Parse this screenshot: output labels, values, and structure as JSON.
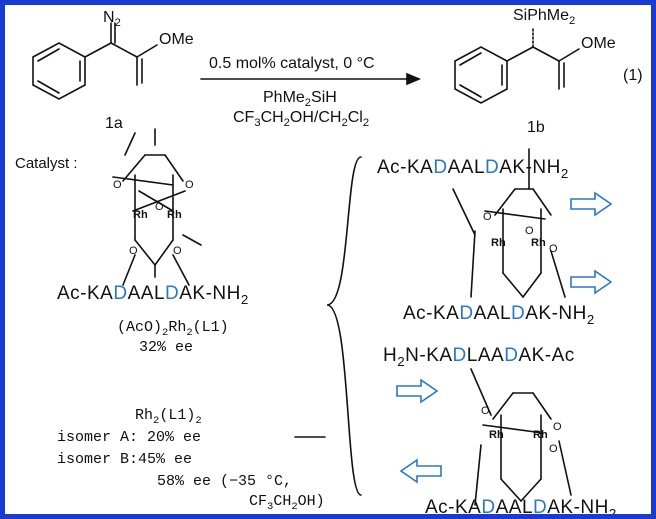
{
  "reaction": {
    "reactant_n2": "N",
    "reactant_n2_sub": "2",
    "reactant_ome": "OMe",
    "reactant_label": "1a",
    "condition_top": "0.5 mol% catalyst, 0 °C",
    "reagent": "PhMe",
    "reagent_sub": "2",
    "reagent_tail": "SiH",
    "solvent_a": "CF",
    "solvent_a_sub": "3",
    "solvent_b": "CH",
    "solvent_b_sub": "2",
    "solvent_c": "OH/CH",
    "solvent_c_sub": "2",
    "solvent_d": "Cl",
    "solvent_d_sub": "2",
    "product_si": "SiPhMe",
    "product_si_sub": "2",
    "product_ome": "OMe",
    "product_label": "1b",
    "equation_number": "(1)"
  },
  "catalyst": {
    "heading": "Catalyst :",
    "rh_label": "Rh",
    "o_label": "O",
    "peptide_prefix": "Ac-KA",
    "peptide_d": "D",
    "peptide_mid": "AAL",
    "peptide_suffix": "AK-NH",
    "peptide_suffix_sub": "2",
    "complex1_name": "(AcO)",
    "complex1_sub": "2",
    "complex1_tail": "Rh",
    "complex1_sub2": "2",
    "complex1_ligand": "(L1)",
    "complex1_ee": "32% ee",
    "complex2_name": "Rh",
    "complex2_sub": "2",
    "complex2_ligand": "(L1)",
    "complex2_sub2": "2",
    "isomer_a": "isomer A: 20% ee",
    "isomer_b": "isomer B:45% ee",
    "isomer_b_low_temp": "58% ee (−35 °C,",
    "low_temp_solvent": "CF",
    "low_temp_solvent_sub": "3",
    "low_temp_solvent_mid": "CH",
    "low_temp_solvent_sub2": "2",
    "low_temp_solvent_tail": "OH)"
  },
  "isomers": {
    "top_peptide_prefix": "Ac-KA",
    "top_peptide_d": "D",
    "top_peptide_mid": "AAL",
    "top_peptide_suffix": "AK-NH",
    "top_peptide_sub": "2",
    "bottom_peptide_prefix": "Ac-KA",
    "bottom_peptide_d": "D",
    "bottom_peptide_mid": "AAL",
    "bottom_peptide_suffix": "AK-NH",
    "bottom_peptide_sub": "2",
    "reverse_peptide_prefix": "H",
    "reverse_peptide_sub": "2",
    "reverse_peptide_a": "N-KA",
    "reverse_peptide_d": "D",
    "reverse_peptide_mid": "LAA",
    "reverse_peptide_suffix": "AK-Ac",
    "final_peptide_prefix": "Ac-KA",
    "final_peptide_d": "D",
    "final_peptide_mid": "AAL",
    "final_peptide_suffix": "AK-NH",
    "final_peptide_sub": "2"
  },
  "colors": {
    "frame": "#1a3bd1",
    "highlight": "#2a78c8",
    "arrow": "#2a78c8"
  }
}
